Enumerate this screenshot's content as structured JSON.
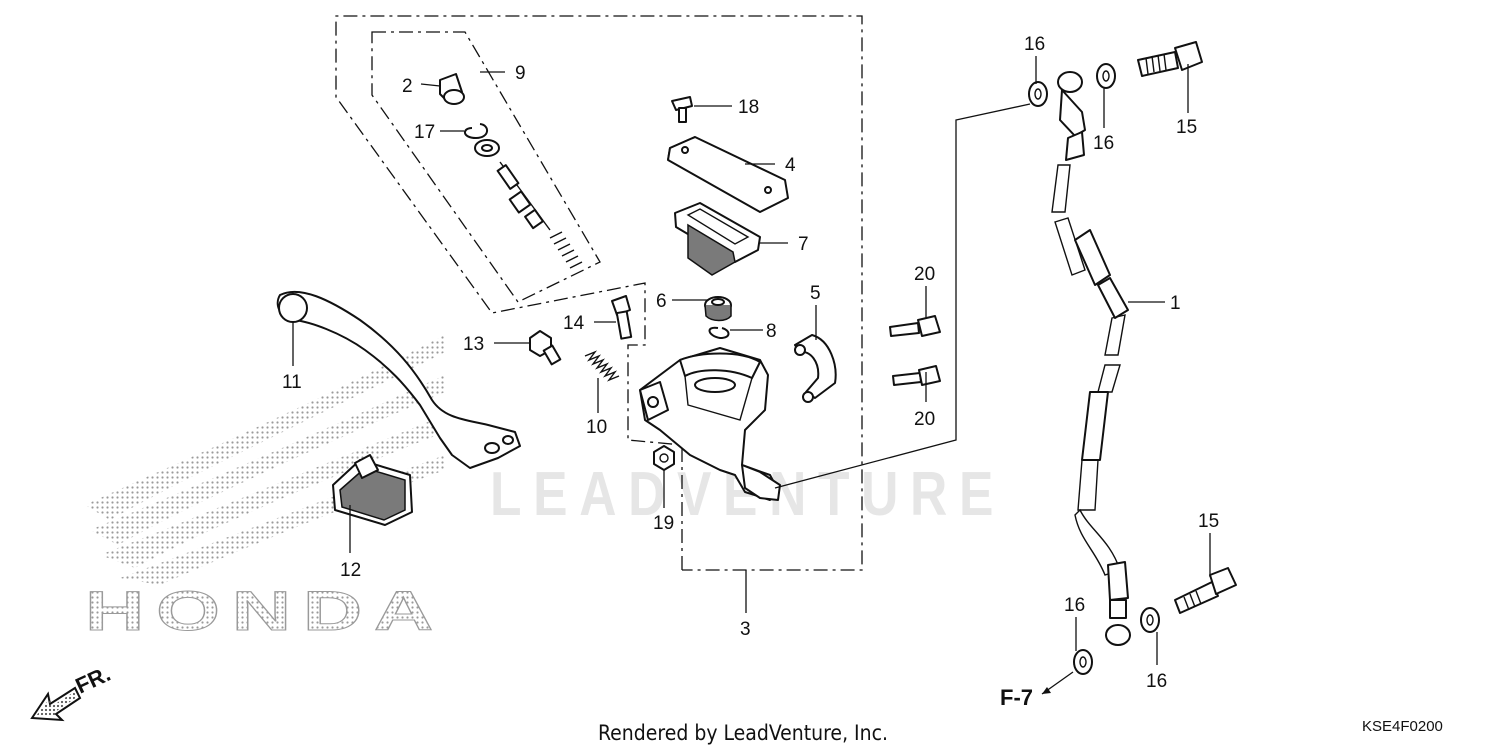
{
  "diagram": {
    "callouts": {
      "c1": "1",
      "c2": "2",
      "c3": "3",
      "c4": "4",
      "c5": "5",
      "c6": "6",
      "c7": "7",
      "c8": "8",
      "c9": "9",
      "c10": "10",
      "c11": "11",
      "c12": "12",
      "c13": "13",
      "c14": "14",
      "c15a": "15",
      "c15b": "15",
      "c16a": "16",
      "c16b": "16",
      "c16c": "16",
      "c16d": "16",
      "c17": "17",
      "c18": "18",
      "c19": "19",
      "c20a": "20",
      "c20b": "20"
    },
    "front_label": "FR.",
    "ref_label": "F-7",
    "diagram_code": "KSE4F0200",
    "footer": "Rendered by LeadVenture, Inc.",
    "watermark": "LEADVENTURE",
    "brand_watermark": "HONDA"
  }
}
